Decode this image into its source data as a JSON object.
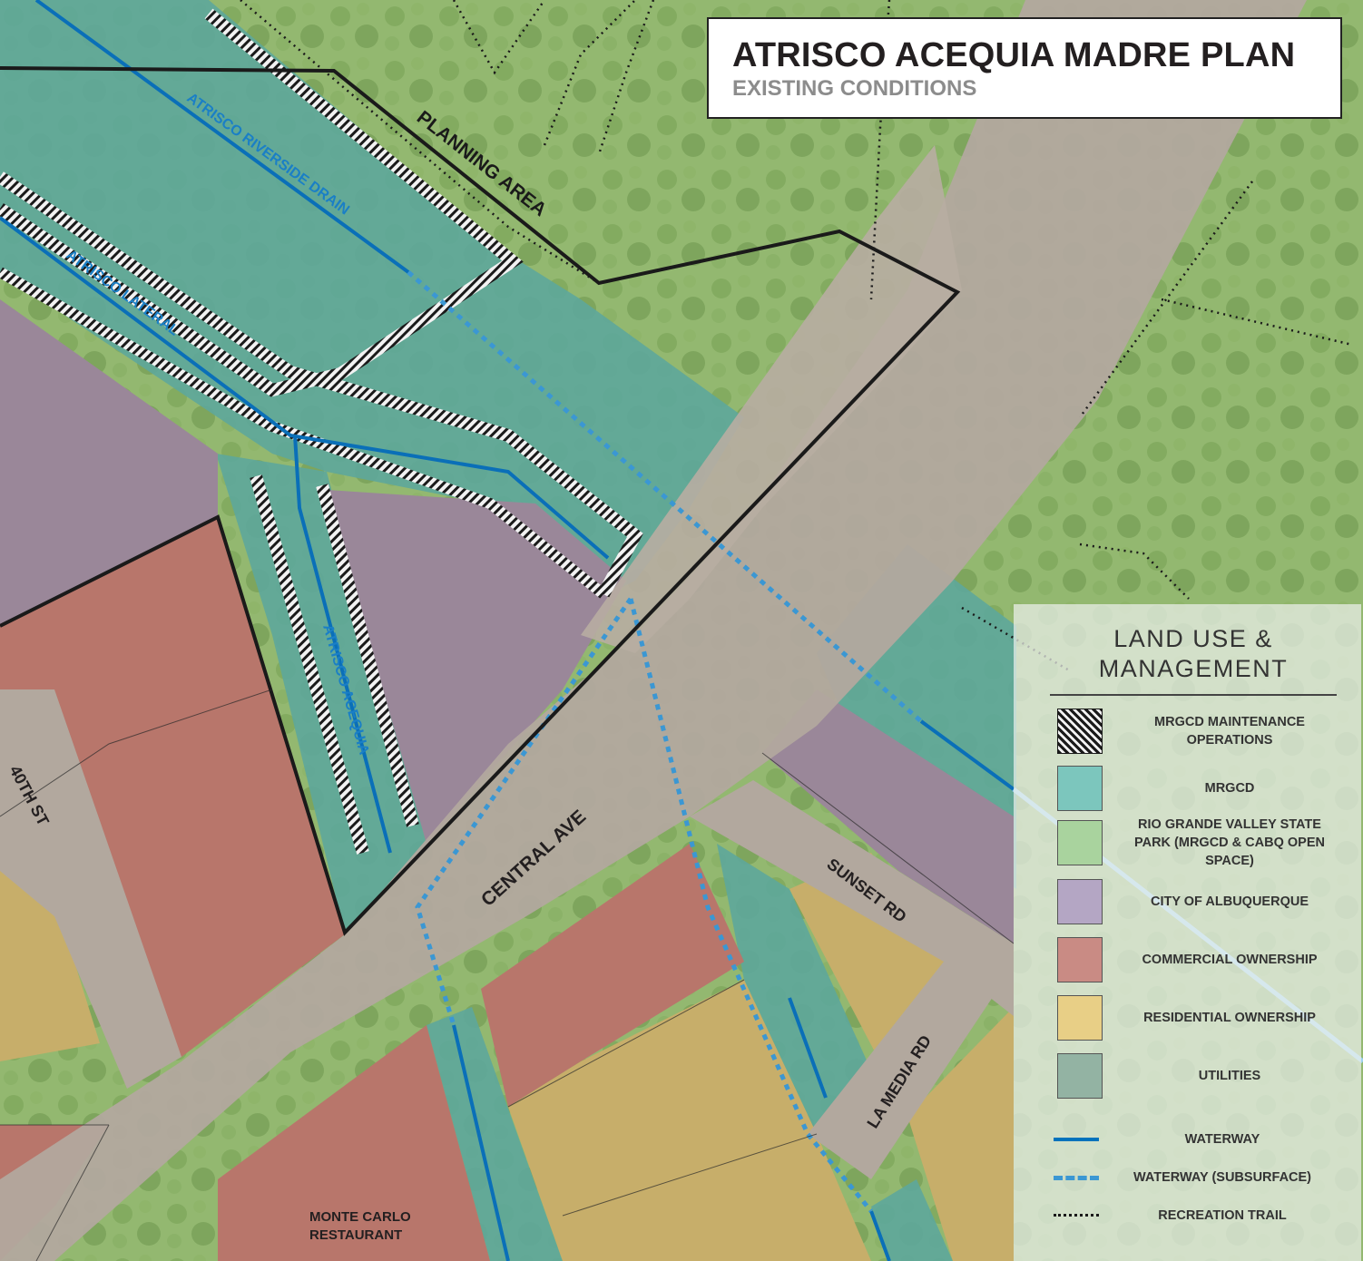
{
  "title": {
    "main": "ATRISCO ACEQUIA MADRE PLAN",
    "sub": "EXISTING CONDITIONS"
  },
  "legend": {
    "title_line1": "LAND USE &",
    "title_line2": "MANAGEMENT",
    "items": [
      {
        "label": "MRGCD MAINTENANCE OPERATIONS",
        "swatch": "hatch",
        "color": "#1a1a1a"
      },
      {
        "label": "MRGCD",
        "swatch": "fill",
        "color": "#7cc6bd"
      },
      {
        "label": "RIO GRANDE VALLEY STATE PARK (MRGCD & CABQ OPEN SPACE)",
        "swatch": "fill",
        "color": "#a9d39e"
      },
      {
        "label": "CITY OF ALBUQUERQUE",
        "swatch": "fill",
        "color": "#b4a6c4"
      },
      {
        "label": "COMMERCIAL OWNERSHIP",
        "swatch": "fill",
        "color": "#c98b84"
      },
      {
        "label": "RESIDENTIAL OWNERSHIP",
        "swatch": "fill",
        "color": "#e8cf86"
      },
      {
        "label": "UTILITIES",
        "swatch": "fill",
        "color": "#93b3a3"
      },
      {
        "label": "WATERWAY",
        "swatch": "line",
        "color": "#0072bc"
      },
      {
        "label": "WATERWAY (SUBSURFACE)",
        "swatch": "dashed",
        "color": "#3b97d3"
      },
      {
        "label": "RECREATION TRAIL",
        "swatch": "dotted",
        "color": "#1a1a1a"
      }
    ]
  },
  "map_labels": {
    "planning_area": "PLANNING AREA",
    "riverside_drain": "ATRISCO RIVERSIDE DRAIN",
    "lateral": "ATRISCO LATERAL",
    "acequia": "ATRISCO ACEQUIA",
    "central_ave": "CENTRAL AVE",
    "sunset_rd": "SUNSET RD",
    "la_media_rd": "LA MEDIA RD",
    "fortieth_st": "40TH ST",
    "monte_carlo_1": "MONTE CARLO",
    "monte_carlo_2": "RESTAURANT"
  },
  "colors": {
    "park": "#8fb46a",
    "mrgcd": "#5fa99a",
    "city": "#9d8a9c",
    "commercial": "#b9766a",
    "residential": "#c9b06a",
    "road": "#b5aba0",
    "waterway": "#0a6fb8",
    "waterway_label": "#1a7fc6"
  }
}
